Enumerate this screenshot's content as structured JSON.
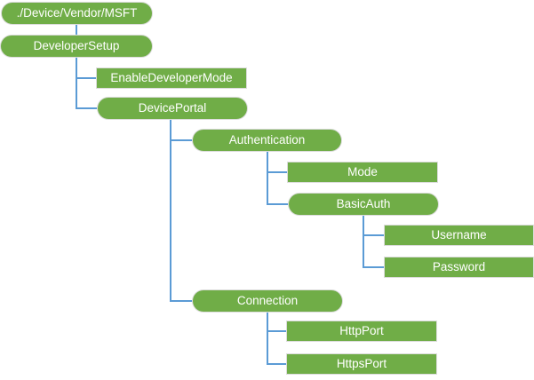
{
  "diagram": {
    "type": "tree",
    "colors": {
      "node_fill": "#70AD47",
      "node_text": "#FFFFFF",
      "connector": "#5B9BD5",
      "background": "#FFFFFF"
    },
    "nodes": [
      {
        "label": "./Device/Vendor/MSFT",
        "shape": "pill",
        "parent": null
      },
      {
        "label": "DeveloperSetup",
        "shape": "pill",
        "parent": "./Device/Vendor/MSFT"
      },
      {
        "label": "EnableDeveloperMode",
        "shape": "rect",
        "parent": "DeveloperSetup"
      },
      {
        "label": "DevicePortal",
        "shape": "pill",
        "parent": "DeveloperSetup"
      },
      {
        "label": "Authentication",
        "shape": "pill",
        "parent": "DevicePortal"
      },
      {
        "label": "Mode",
        "shape": "rect",
        "parent": "Authentication"
      },
      {
        "label": "BasicAuth",
        "shape": "pill",
        "parent": "Authentication"
      },
      {
        "label": "Username",
        "shape": "rect",
        "parent": "BasicAuth"
      },
      {
        "label": "Password",
        "shape": "rect",
        "parent": "BasicAuth"
      },
      {
        "label": "Connection",
        "shape": "pill",
        "parent": "DevicePortal"
      },
      {
        "label": "HttpPort",
        "shape": "rect",
        "parent": "Connection"
      },
      {
        "label": "HttpsPort",
        "shape": "rect",
        "parent": "Connection"
      }
    ]
  }
}
